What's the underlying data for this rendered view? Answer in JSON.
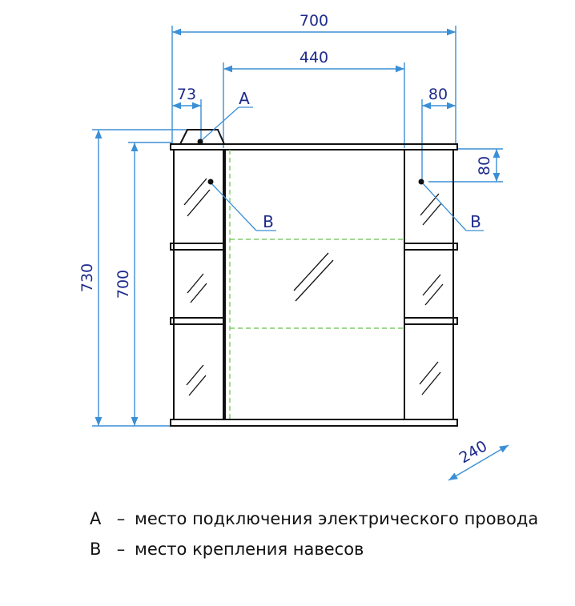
{
  "dimensions": {
    "total_width": "700",
    "inner_width": "440",
    "left_offset": "73",
    "right_offset": "80",
    "top_offset": "80",
    "total_height": "730",
    "body_height": "700",
    "depth": "240"
  },
  "callouts": {
    "a": "A",
    "b_left": "B",
    "b_right": "B"
  },
  "legend": [
    {
      "letter": "A",
      "dash": "–",
      "text": "место подключения электрического провода"
    },
    {
      "letter": "B",
      "dash": "–",
      "text": "место крепления навесов"
    }
  ],
  "colors": {
    "outline": "#111111",
    "dimension": "#3b8fd6",
    "dimension_text": "#1e2a8c",
    "dashed": "#7ecb6a"
  }
}
